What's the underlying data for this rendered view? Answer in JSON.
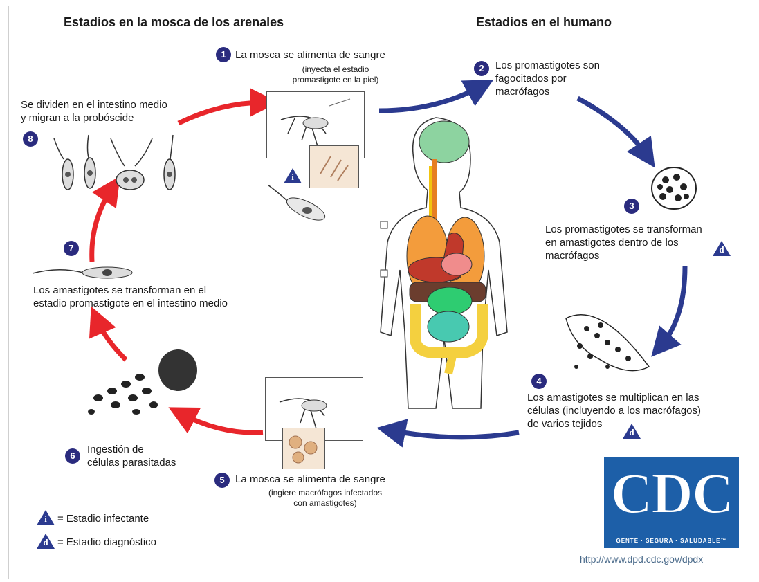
{
  "headings": {
    "sandfly": "Estadios en la mosca de los arenales",
    "human": "Estadios en el humano"
  },
  "steps": [
    {
      "num": "1",
      "text": "La mosca se alimenta de sangre",
      "sub": "(inyecta el estadio\npromastigote en la piel)"
    },
    {
      "num": "2",
      "text": "Los promastigotes son\nfagocitados por\nmacrófagos"
    },
    {
      "num": "3",
      "text": "Los promastigotes se transforman\nen amastigotes dentro de los\nmacrófagos"
    },
    {
      "num": "4",
      "text": "Los amastigotes se multiplican en las\ncélulas (incluyendo a los macrófagos)\nde varios tejidos"
    },
    {
      "num": "5",
      "text": "La mosca se alimenta de sangre",
      "sub": "(ingiere macrófagos infectados\ncon amastigotes)"
    },
    {
      "num": "6",
      "text": "Ingestión de\ncélulas parasitadas"
    },
    {
      "num": "7",
      "text": "Los amastigotes se transforman en el\nestadio promastigote en el intestino medio"
    },
    {
      "num": "8",
      "text": "Se dividen en el intestino medio\ny migran a la probóscide"
    }
  ],
  "legend": {
    "infective_symbol": "i",
    "infective": "= Estadio infectante",
    "diagnostic_symbol": "d",
    "diagnostic": "= Estadio diagnóstico"
  },
  "logo": {
    "text": "CDC",
    "tagline": "GENTE · SEGURA · SALUDABLE™"
  },
  "url": "http://www.dpd.cdc.gov/dpdx",
  "colors": {
    "sandfly_arrows": "#e8262b",
    "human_arrows": "#2b3a8f",
    "number_badge": "#2a2b7e",
    "cdc_blue": "#1d5fa8"
  }
}
